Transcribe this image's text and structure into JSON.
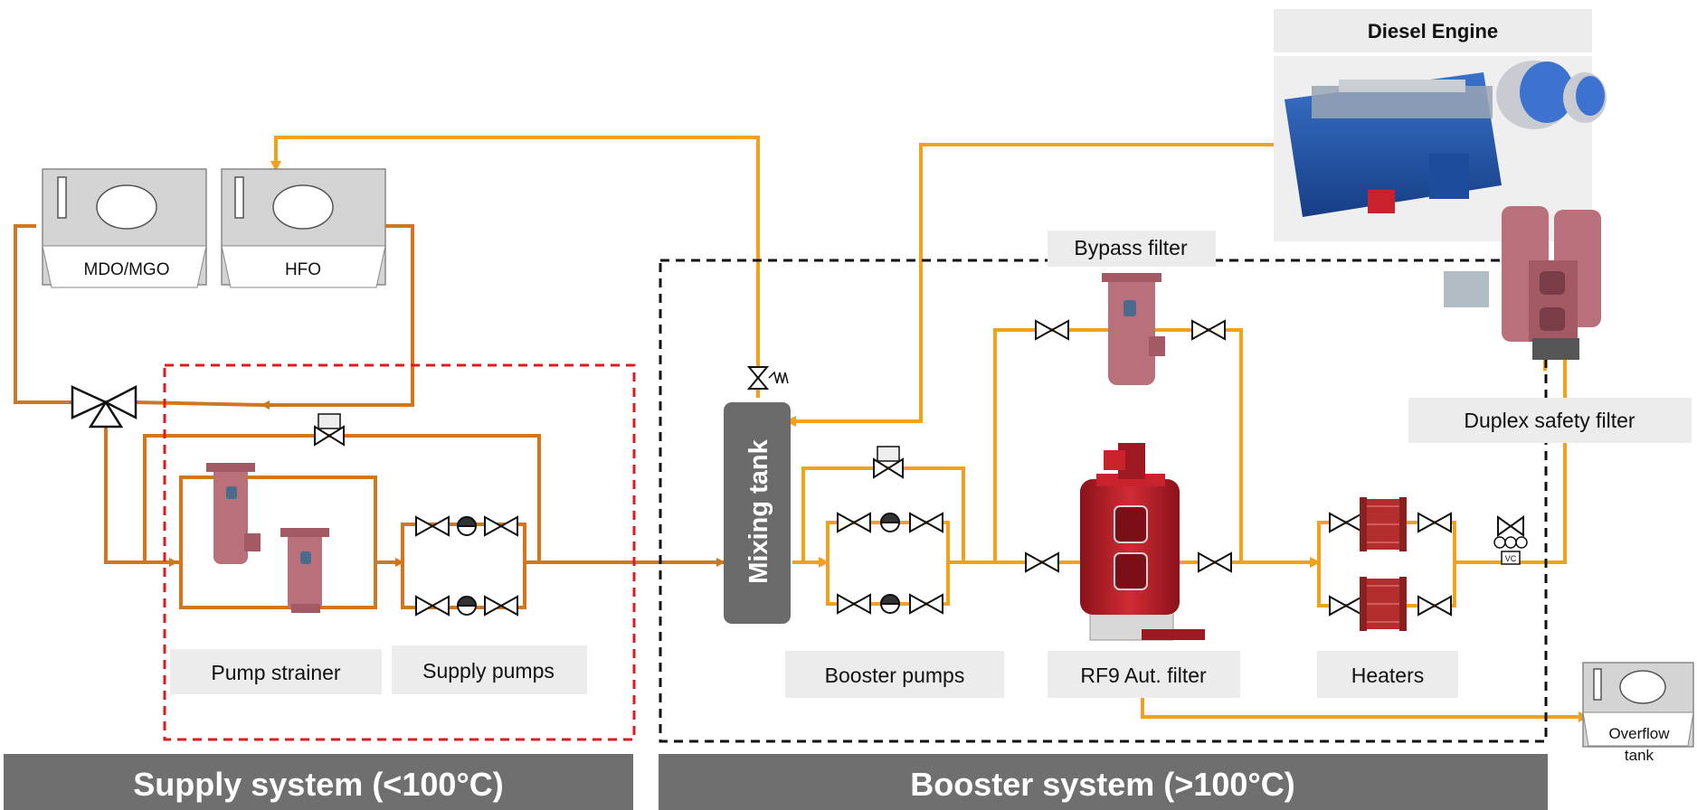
{
  "tanks": {
    "mdo": "MDO/MGO",
    "hfo": "HFO",
    "overflow_line1": "Overflow",
    "overflow_line2": "tank"
  },
  "engine": {
    "title": "Diesel Engine"
  },
  "components": {
    "mixing_tank": "Mixing  tank",
    "bypass_filter": "Bypass filter",
    "duplex_filter": "Duplex safety filter",
    "pump_strainer": "Pump strainer",
    "supply_pumps": "Supply pumps",
    "booster_pumps": "Booster pumps",
    "rf9_filter": "RF9 Aut. filter",
    "heaters": "Heaters",
    "viscosity_controller": "VC"
  },
  "systems": {
    "supply": "Supply system (<100°C)",
    "booster": "Booster system (>100°C)"
  },
  "colors": {
    "supply_line": "#d2761b",
    "booster_line": "#f3a01c",
    "equipment_red": "#b8202a",
    "strainer_pink": "#b9707a",
    "band_grey": "#6f6f6f",
    "label_bg": "#ececec"
  }
}
